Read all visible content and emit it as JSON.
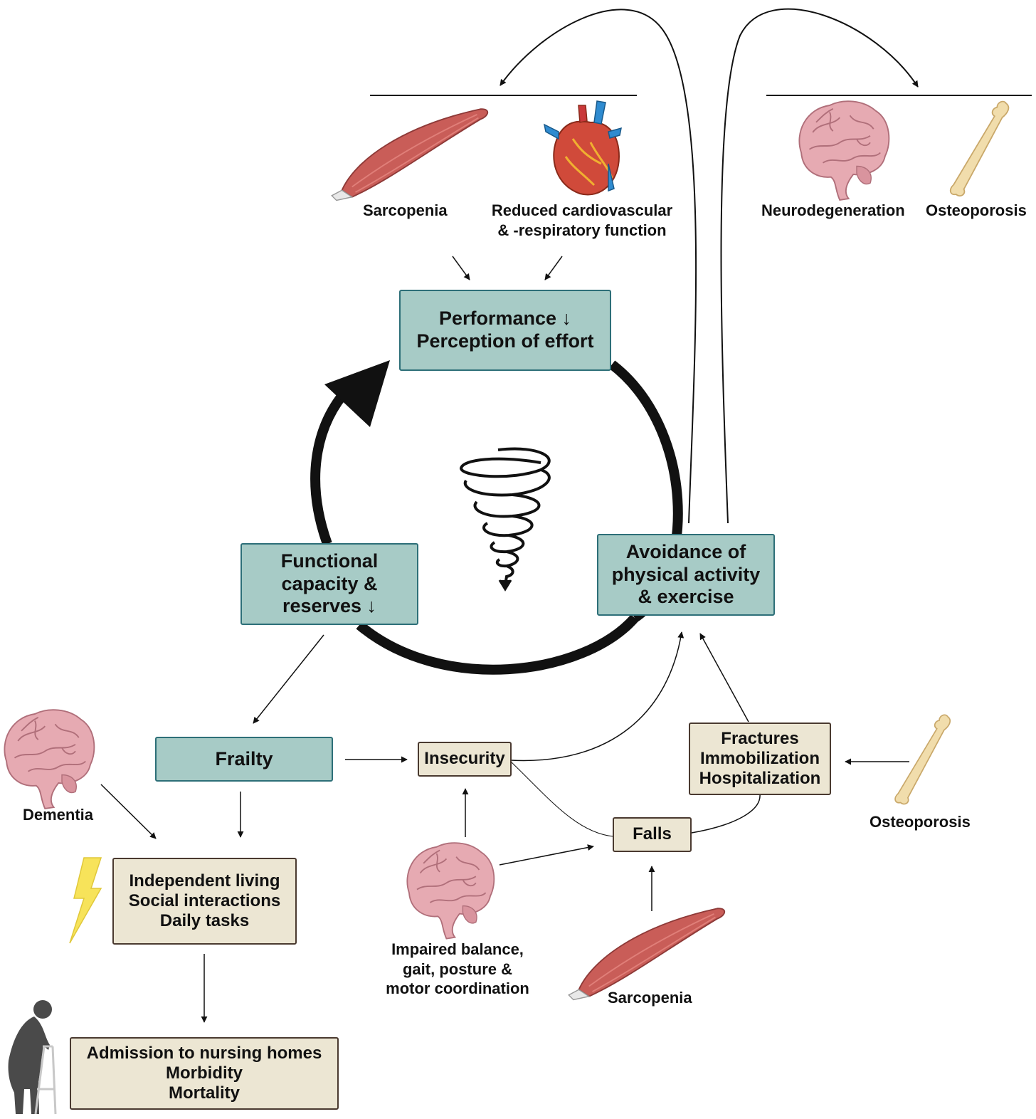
{
  "top_left": {
    "sarcopenia": "Sarcopenia",
    "cardio_line1": "Reduced cardiovascular",
    "cardio_line2": "& -respiratory function"
  },
  "top_right": {
    "neuro": "Neurodegeneration",
    "osteo": "Osteoporosis"
  },
  "cycle": {
    "performance_line1": "Performance ↓",
    "performance_line2": "Perception of effort",
    "avoidance_line1": "Avoidance of",
    "avoidance_line2": "physical activity",
    "avoidance_line3": "& exercise",
    "functional_line1": "Functional",
    "functional_line2": "capacity &",
    "functional_line3": "reserves ↓"
  },
  "lower": {
    "frailty": "Frailty",
    "insecurity": "Insecurity",
    "falls": "Falls",
    "fractures_line1": "Fractures",
    "fractures_line2": "Immobilization",
    "fractures_line3": "Hospitalization",
    "osteo": "Osteoporosis",
    "dementia": "Dementia",
    "independent_line1": "Independent living",
    "independent_line2": "Social interactions",
    "independent_line3": "Daily tasks",
    "admission_line1": "Admission to nursing homes",
    "admission_line2": "Morbidity",
    "admission_line3": "Mortality",
    "balance_line1": "Impaired balance,",
    "balance_line2": "gait, posture &",
    "balance_line3": "motor coordination",
    "sarcopenia": "Sarcopenia"
  },
  "icons": [
    "muscle-icon",
    "heart-icon",
    "brain-icon",
    "bone-icon",
    "spiral-icon",
    "lightning-icon",
    "elderly-walker-icon"
  ],
  "colors": {
    "teal_box": "#a7cbc6",
    "teal_border": "#2d6f78",
    "beige_box": "#ece6d3",
    "beige_border": "#4a3a30",
    "brain": "#e4a9b0",
    "muscle": "#c85a56",
    "bone": "#f0dcaa",
    "lightning": "#f7e35a"
  }
}
